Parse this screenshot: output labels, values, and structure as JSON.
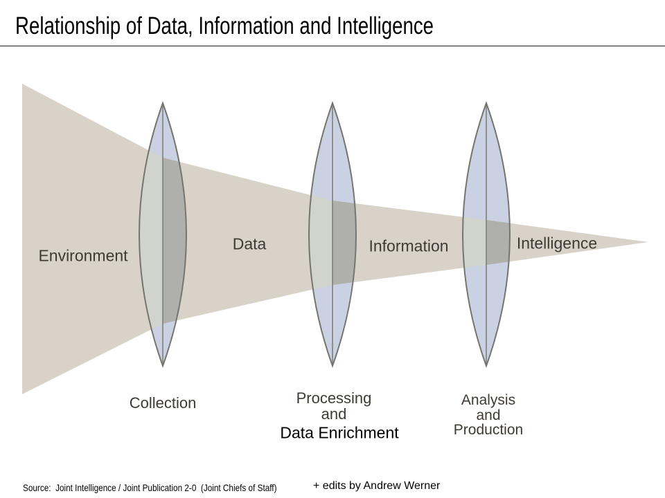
{
  "colors": {
    "funnel": "#d8d2c9",
    "lens-fill": "#c9d1e2",
    "lens-outline": "#75756f",
    "lens-axis": "#80807a",
    "overlap-left": "#d1d3cd",
    "overlap-right": "#afafab",
    "label-text": "#3f3a34",
    "added-text": "#000000",
    "title-text": "#000000"
  },
  "header": {
    "title": "Relationship of Data, Information and Intelligence"
  },
  "diagram": {
    "beam_labels": [
      {
        "label": "Environment"
      },
      {
        "label": "Data"
      },
      {
        "label": "Information"
      },
      {
        "label": "Intelligence"
      }
    ],
    "lens_labels": {
      "collection": {
        "line1": "Collection"
      },
      "processing": {
        "line1": "Processing",
        "line2": "and",
        "added": "Data Enrichment"
      },
      "analysis": {
        "line1": "Analysis",
        "line2": "and",
        "line3": "Production"
      }
    }
  },
  "footer": {
    "source": "Source:  Joint Intelligence / Joint Publication 2-0  (Joint Chiefs of Staff)",
    "credit": "+ edits by Andrew Werner"
  }
}
